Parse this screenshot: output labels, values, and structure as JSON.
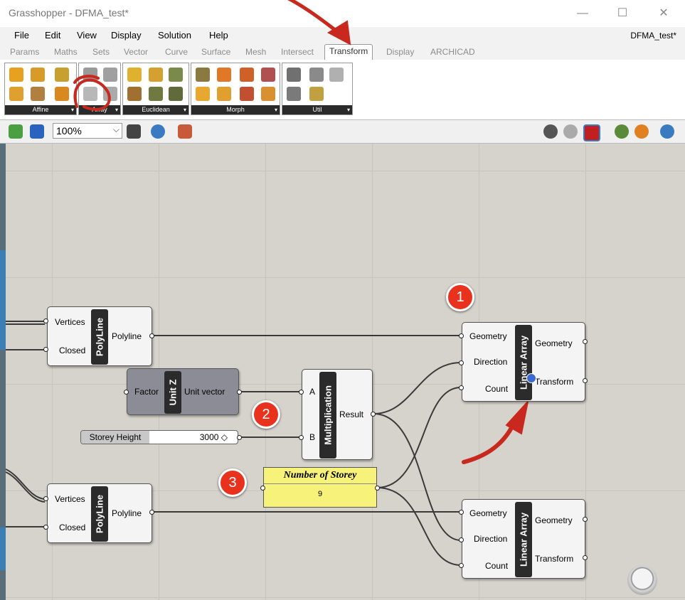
{
  "window": {
    "title": "Grasshopper - DFMA_test*",
    "minimize": "—",
    "maximize": "☐",
    "close": "✕",
    "doc_name": "DFMA_test*"
  },
  "menu": [
    "File",
    "Edit",
    "View",
    "Display",
    "Solution",
    "Help"
  ],
  "tabs": [
    "Params",
    "Maths",
    "Sets",
    "Vector",
    "Curve",
    "Surface",
    "Mesh",
    "Intersect",
    "Transform",
    "Display",
    "ARCHICAD"
  ],
  "active_tab": "Transform",
  "ribbon": {
    "panels": [
      "Affine",
      "Array",
      "Euclidean",
      "Morph",
      "Util"
    ]
  },
  "toolbar": {
    "zoom": "100%",
    "zoom_chevron": "⌵"
  },
  "components": {
    "polyline1": {
      "inputs": [
        "Vertices",
        "Closed"
      ],
      "name": "PolyLine",
      "output": "Polyline"
    },
    "unitz": {
      "input": "Factor",
      "name": "Unit Z",
      "output": "Unit vector"
    },
    "slider": {
      "name": "Storey Height",
      "value": "3000",
      "diamond": "◇"
    },
    "multiplication": {
      "inputs": [
        "A",
        "B"
      ],
      "name": "Multiplication",
      "output": "Result"
    },
    "panel": {
      "title": "Number of Storey",
      "value": "9"
    },
    "linear_array1": {
      "inputs": [
        "Geometry",
        "Direction",
        "Count"
      ],
      "name": "Linear Array",
      "outputs": [
        "Geometry",
        "Transform"
      ]
    },
    "polyline2": {
      "inputs": [
        "Vertices",
        "Closed"
      ],
      "name": "PolyLine",
      "output": "Polyline"
    },
    "linear_array2": {
      "inputs": [
        "Geometry",
        "Direction",
        "Count"
      ],
      "name": "Linear Array",
      "outputs": [
        "Geometry",
        "Transform"
      ]
    }
  },
  "callouts": [
    "1",
    "2",
    "3"
  ],
  "colors": {
    "annotation_red": "#c8281e",
    "canvas": "#d6d3cc",
    "panel_yellow": "#f7f27a"
  }
}
